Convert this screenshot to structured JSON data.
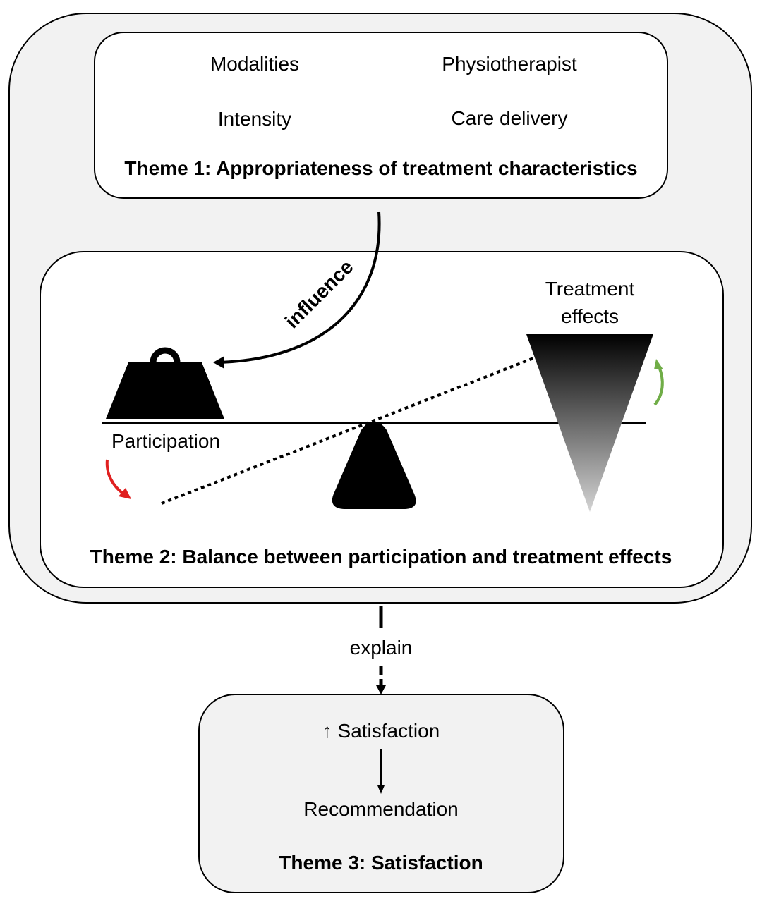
{
  "theme1": {
    "title": "Theme 1: Appropriateness of treatment characteristics",
    "items": [
      "Modalities",
      "Physiotherapist",
      "Intensity",
      "Care delivery"
    ]
  },
  "influence_label": "influence",
  "theme2": {
    "title": "Theme 2: Balance between participation and treatment effects",
    "left_label": "Participation",
    "right_label_line1": "Treatment",
    "right_label_line2": "effects",
    "colors": {
      "down_arrow": "#e02020",
      "up_arrow": "#70ad47"
    }
  },
  "explain_label": "explain",
  "theme3": {
    "title": "Theme 3: Satisfaction",
    "satisfaction": "↑ Satisfaction",
    "recommendation": "Recommendation"
  }
}
